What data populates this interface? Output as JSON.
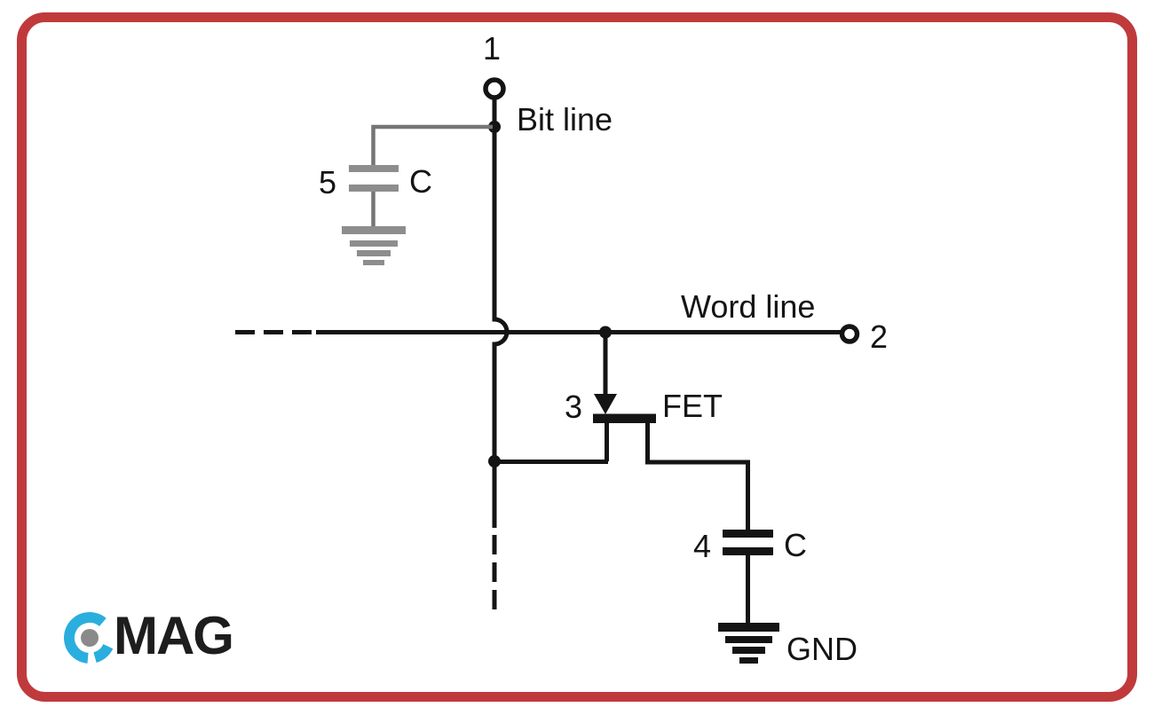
{
  "colors": {
    "canvas": "#ffffff",
    "frame": "#c03a3c",
    "wire": "#141414",
    "text": "#141414",
    "gray_wire": "#757575",
    "gray_plate": "#8d8d8d",
    "logo_blue": "#2aaede",
    "logo_dot": "#8a8a8a",
    "logo_text": "#1d1d1d"
  },
  "labels": {
    "terminal1": "1",
    "bit_line": "Bit line",
    "cap5_ref": "5",
    "cap5_label": "C",
    "word_line": "Word line",
    "terminal2": "2",
    "fet_ref": "3",
    "fet_label": "FET",
    "cap4_ref": "4",
    "cap4_label": "C",
    "gnd": "GND"
  },
  "logo": {
    "wordmark": "MAG",
    "icon": "pcmag-pc-monogram-icon"
  }
}
